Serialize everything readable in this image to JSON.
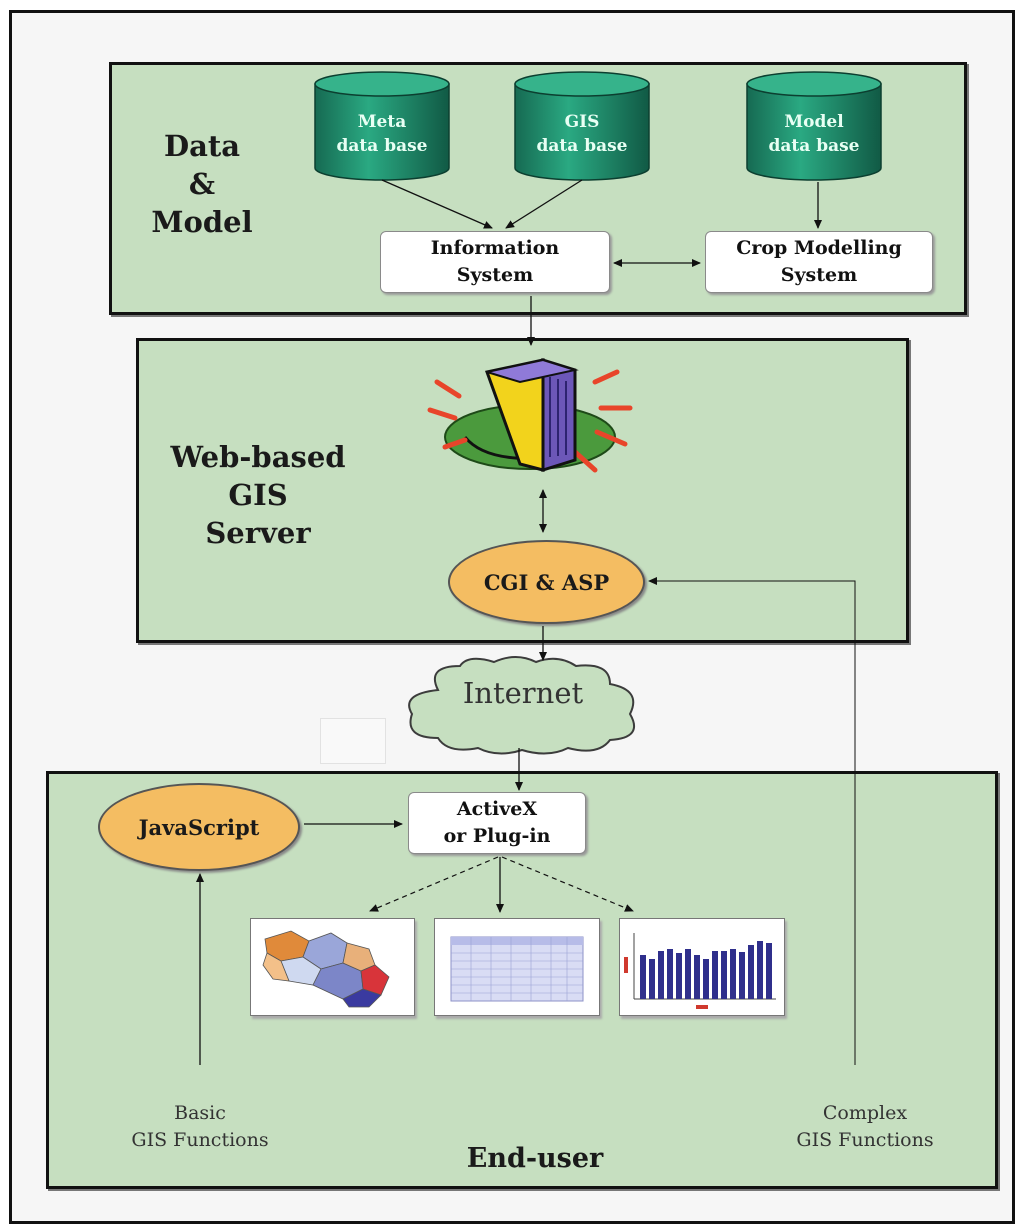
{
  "sections": {
    "data_model": {
      "title_lines": [
        "Data",
        "&",
        "Model"
      ]
    },
    "server": {
      "title_lines": [
        "Web-based",
        "GIS",
        "Server"
      ]
    },
    "end_user": {
      "title": "End-user"
    }
  },
  "databases": [
    {
      "lines": [
        "Meta",
        "data base"
      ]
    },
    {
      "lines": [
        "GIS",
        "data base"
      ]
    },
    {
      "lines": [
        "Model",
        "data base"
      ]
    }
  ],
  "boxes": {
    "information_system": [
      "Information",
      "System"
    ],
    "crop_modelling_system": [
      "Crop Modelling",
      "System"
    ],
    "activex": [
      "ActiveX",
      "or Plug-in"
    ]
  },
  "nodes": {
    "cgi_asp": "CGI & ASP",
    "internet": "Internet",
    "javascript": "JavaScript"
  },
  "captions": {
    "basic": [
      "Basic",
      "GIS Functions"
    ],
    "complex": [
      "Complex",
      "GIS Functions"
    ]
  },
  "colors": {
    "panel_green": "#c6dfc0",
    "database_teal": "#1f8a6a",
    "node_orange": "#f4bd62",
    "cloud_green": "#c6dfc0"
  }
}
